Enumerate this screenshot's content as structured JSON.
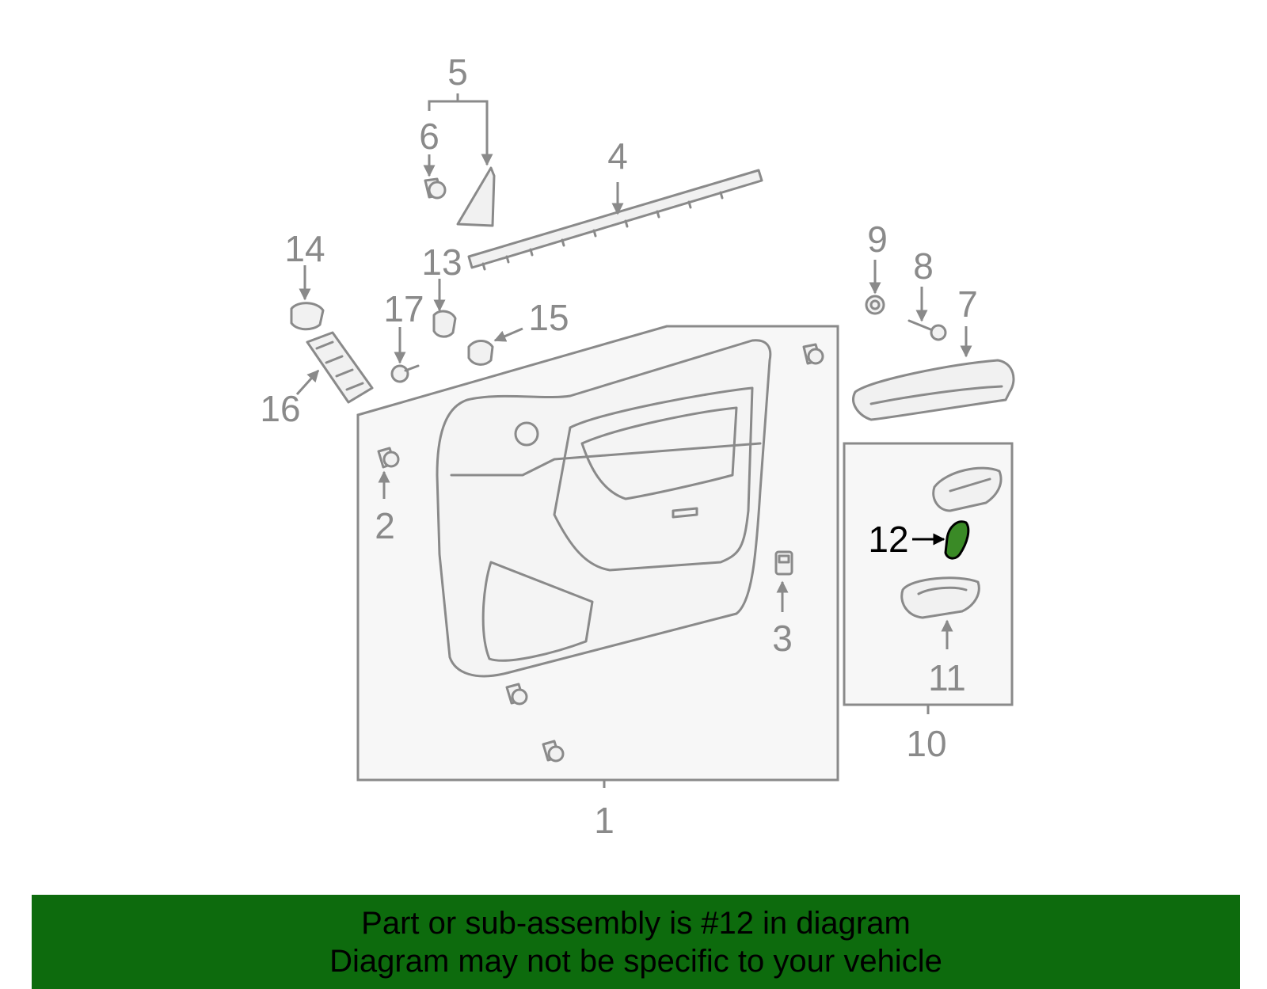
{
  "colors": {
    "line_gray": "#8a8a8a",
    "highlight_part": "#3a8a26",
    "banner_bg": "#0d6b0d",
    "banner_text": "#000000"
  },
  "callouts": {
    "c1": "1",
    "c2": "2",
    "c3": "3",
    "c4": "4",
    "c5": "5",
    "c6": "6",
    "c7": "7",
    "c8": "8",
    "c9": "9",
    "c10": "10",
    "c11": "11",
    "c12": "12",
    "c13": "13",
    "c14": "14",
    "c15": "15",
    "c16": "16",
    "c17": "17"
  },
  "highlighted_callout": "12",
  "banner": {
    "line1": "Part or sub-assembly is #12 in diagram",
    "line2": "Diagram may not be specific to your vehicle"
  }
}
